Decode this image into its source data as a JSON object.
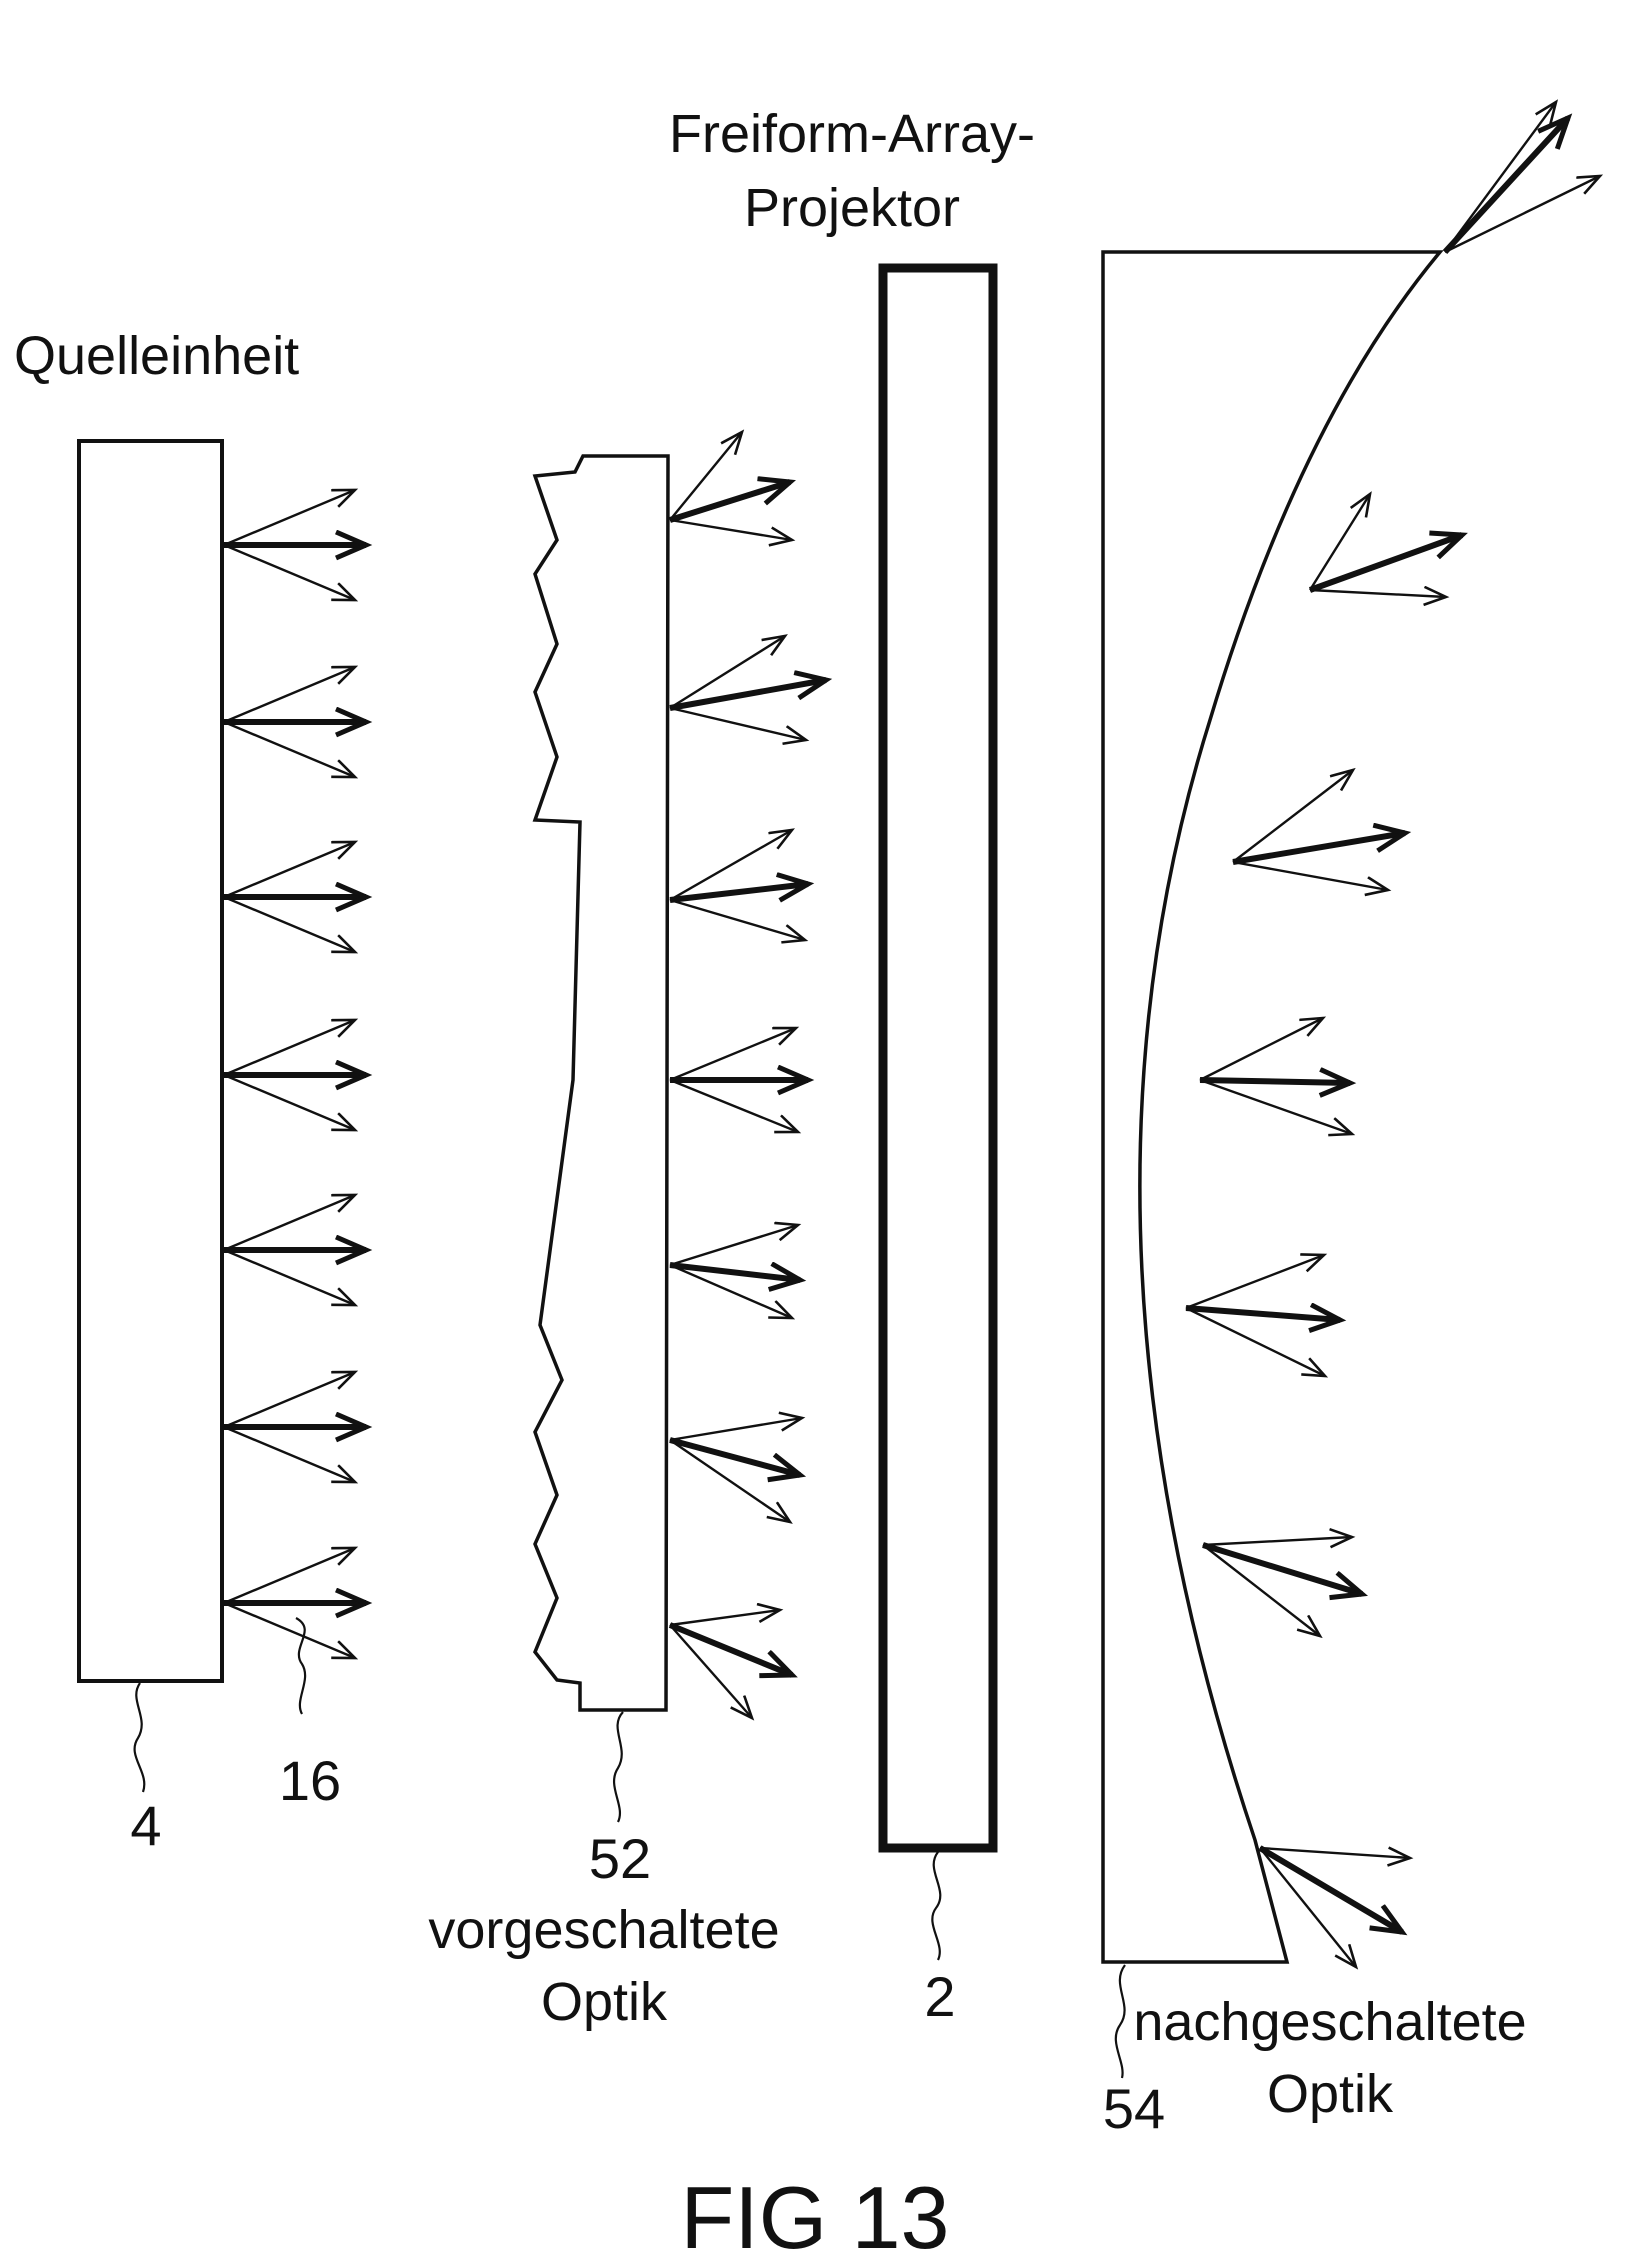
{
  "labels": {
    "projector_line1": "Freiform-Array-",
    "projector_line2": "Projektor",
    "source": "Quelleinheit",
    "ref_source": "4",
    "ref_beams": "16",
    "ref_pre_optics": "52",
    "pre_optics_line1": "vorgeschaltete",
    "pre_optics_line2": "Optik",
    "ref_projector": "2",
    "post_optics_line1": "nachgeschaltete",
    "post_optics_line2": "Optik",
    "ref_post_optics": "54",
    "figure": "FIG 13"
  }
}
